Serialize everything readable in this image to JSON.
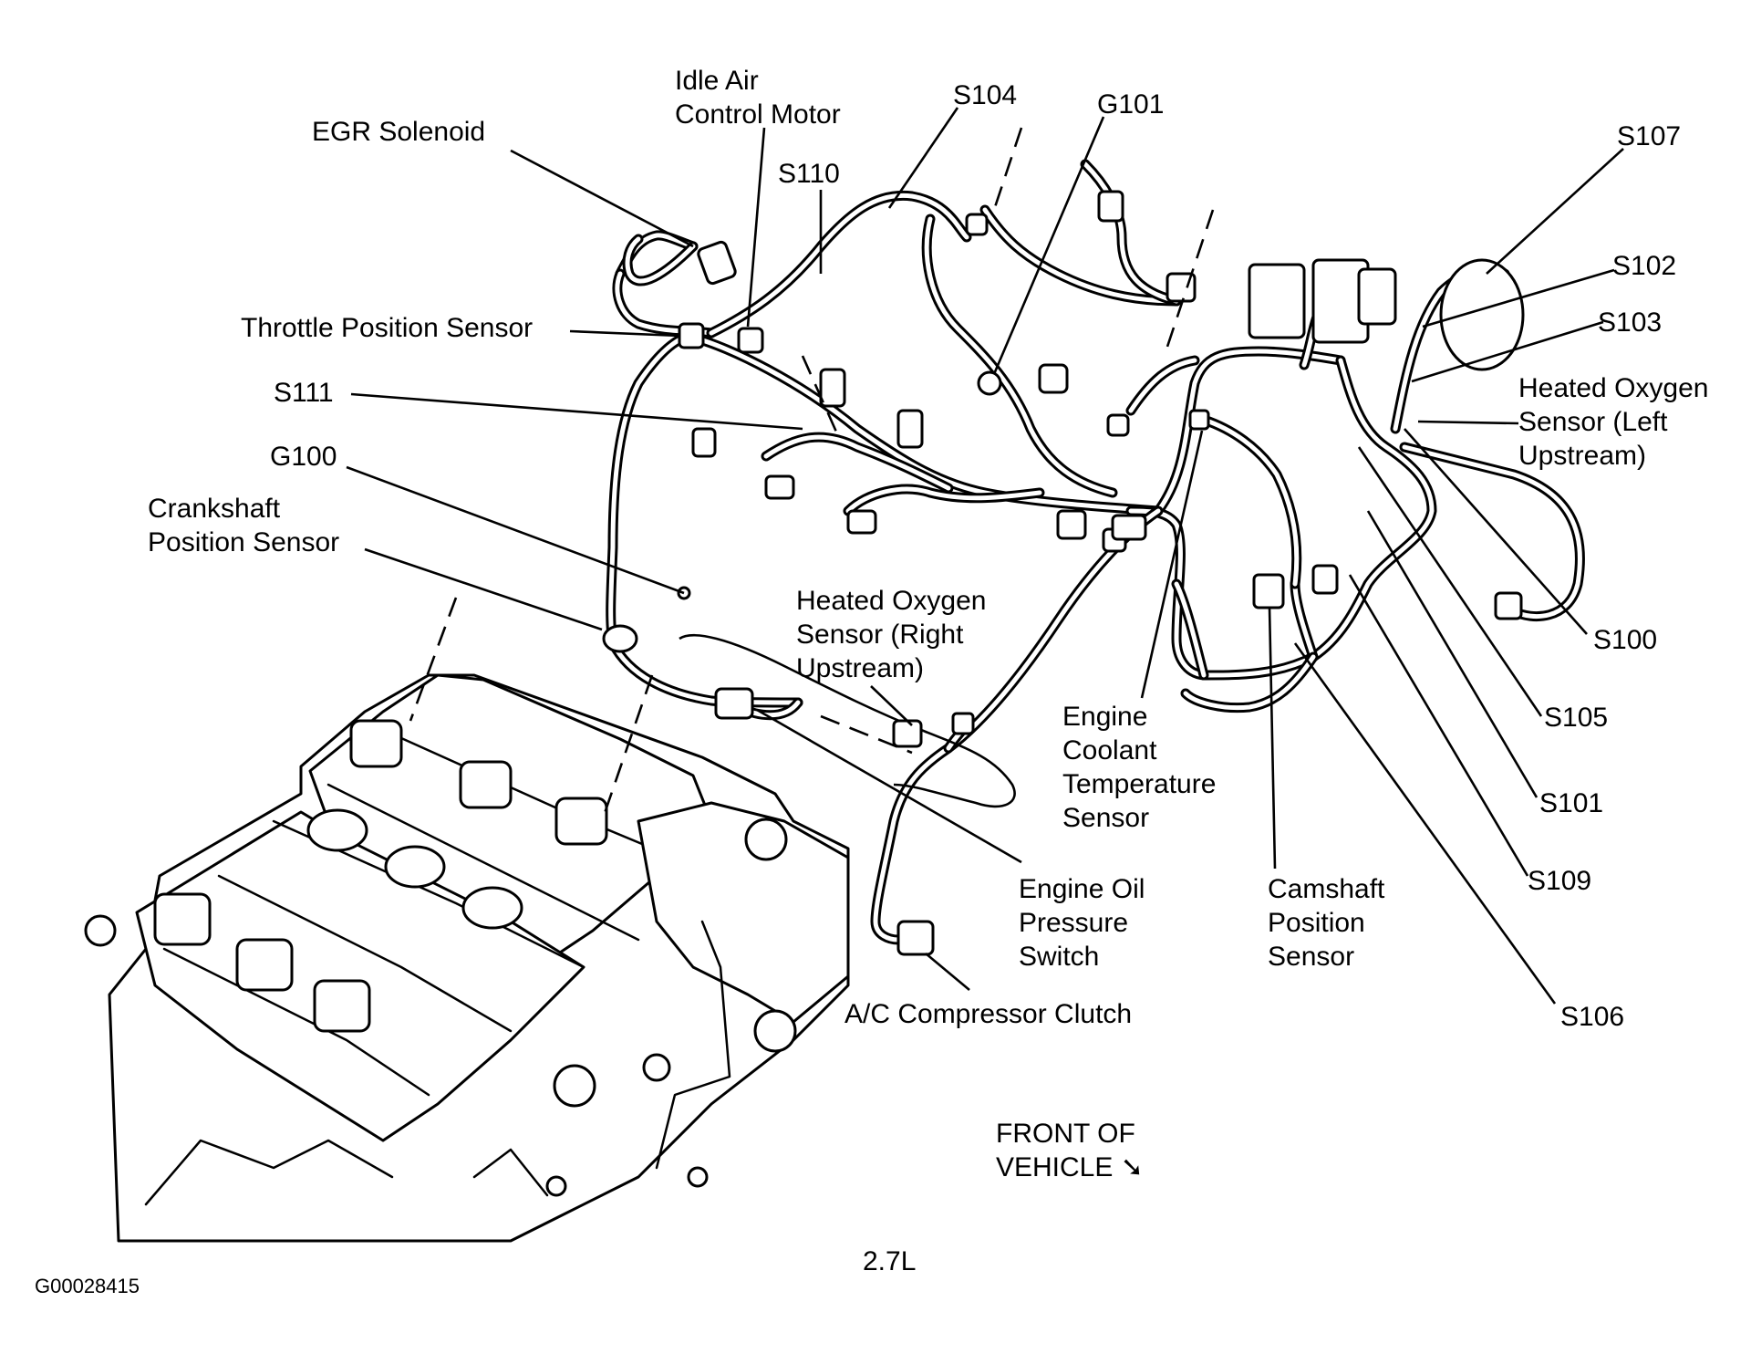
{
  "labels": {
    "egr_solenoid": "EGR Solenoid",
    "idle_air_line1": "Idle Air",
    "idle_air_line2": "Control Motor",
    "s104": "S104",
    "g101": "G101",
    "s107": "S107",
    "s110": "S110",
    "s102": "S102",
    "throttle_position_sensor": "Throttle Position Sensor",
    "s103": "S103",
    "s111": "S111",
    "ho2s_left_line1": "Heated Oxygen",
    "ho2s_left_line2": "Sensor (Left",
    "ho2s_left_line3": "Upstream)",
    "g100": "G100",
    "crankshaft_line1": "Crankshaft",
    "crankshaft_line2": "Position Sensor",
    "ho2s_right_line1": "Heated Oxygen",
    "ho2s_right_line2": "Sensor (Right",
    "ho2s_right_line3": "Upstream)",
    "s100": "S100",
    "ect_line1": "Engine",
    "ect_line2": "Coolant",
    "ect_line3": "Temperature",
    "ect_line4": "Sensor",
    "s105": "S105",
    "s101": "S101",
    "oil_line1": "Engine Oil",
    "oil_line2": "Pressure",
    "oil_line3": "Switch",
    "camshaft_line1": "Camshaft",
    "camshaft_line2": "Position",
    "camshaft_line3": "Sensor",
    "s109": "S109",
    "s106": "S106",
    "ac_clutch": "A/C Compressor Clutch",
    "front_line1": "FRONT OF",
    "front_line2": "VEHICLE",
    "front_arrow": "➘",
    "engine_label": "2.7L",
    "figure_id": "G00028415"
  }
}
